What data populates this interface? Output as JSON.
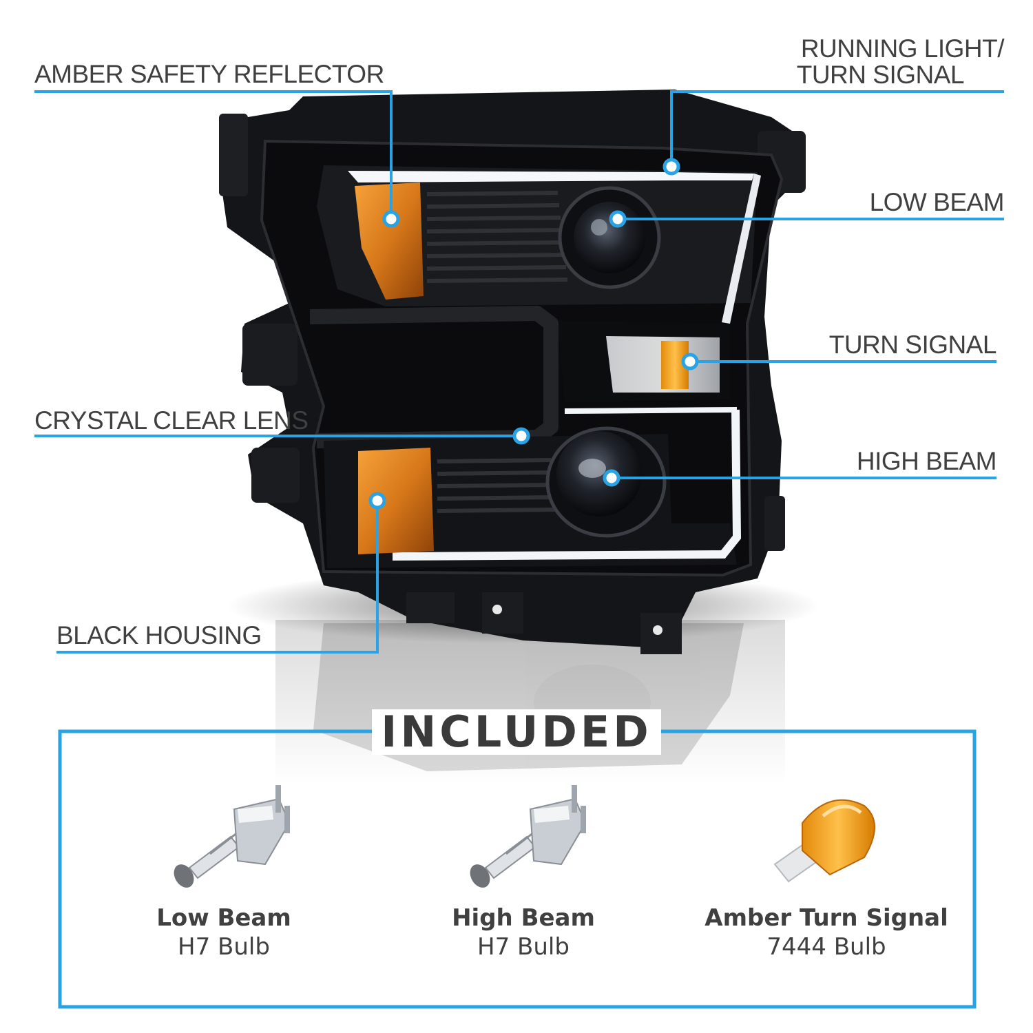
{
  "accent_color": "#29a3e3",
  "callouts": {
    "amber_reflector": "AMBER SAFETY REFLECTOR",
    "running_light_line1": "RUNNING LIGHT/",
    "running_light_line2": "TURN SIGNAL",
    "low_beam": "LOW BEAM",
    "turn_signal": "TURN SIGNAL",
    "crystal_clear_lens": "CRYSTAL CLEAR LENS",
    "high_beam": "HIGH BEAM",
    "black_housing": "BLACK HOUSING"
  },
  "included": {
    "title": "INCLUDED",
    "bulbs": [
      {
        "name": "Low Beam",
        "type": "H7 Bulb",
        "icon": "h7-bulb-icon"
      },
      {
        "name": "High Beam",
        "type": "H7 Bulb",
        "icon": "h7-bulb-icon"
      },
      {
        "name": "Amber Turn Signal",
        "type": "7444 Bulb",
        "icon": "amber-wedge-bulb-icon"
      }
    ]
  }
}
